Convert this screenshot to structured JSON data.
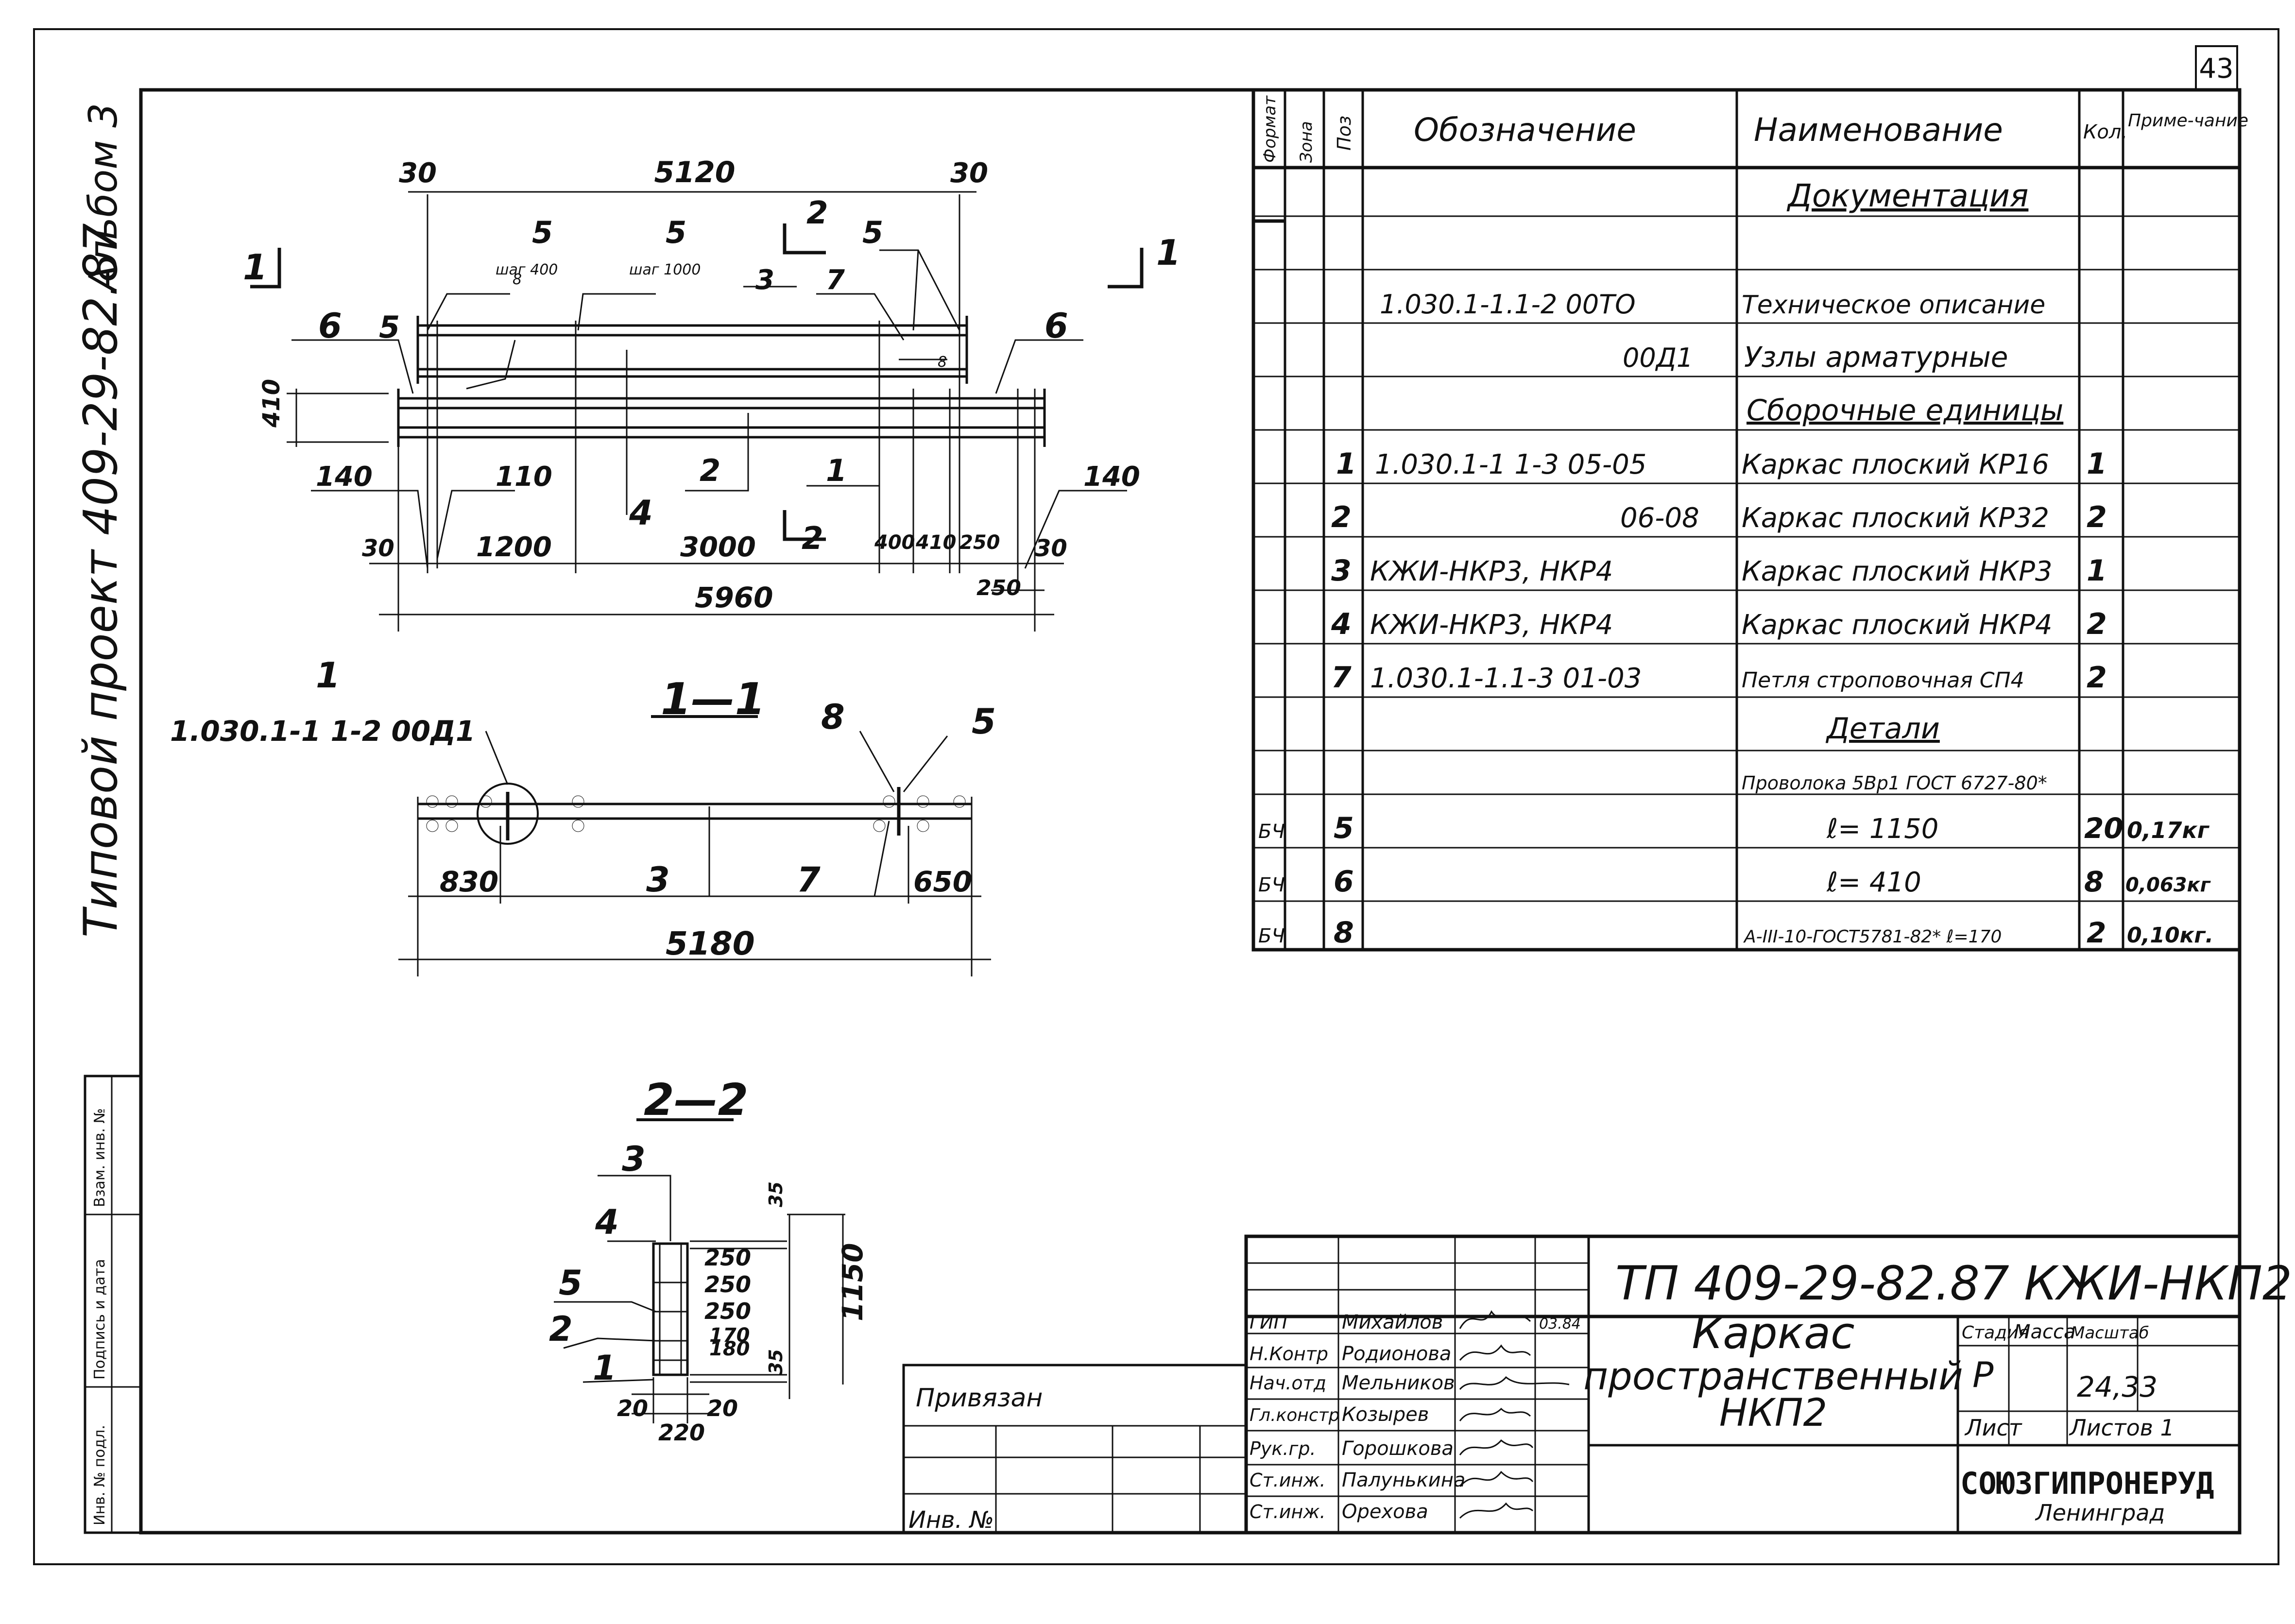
{
  "page_number": "43",
  "side": {
    "album": "Альбом 3",
    "project": "Типовой проект 409-29-82.87",
    "stamp_cells": [
      "Инв. № подл.",
      "Подпись и дата",
      "Взам. инв. №"
    ]
  },
  "plan": {
    "dims_top": [
      "30",
      "5120",
      "30"
    ],
    "dims_bottom_row": [
      "30",
      "1200",
      "3000",
      "400",
      "410",
      "250",
      "30"
    ],
    "dim_250b": "250",
    "dim_total": "5960",
    "dim_410": "410",
    "dim_140_l": "140",
    "dim_140_r": "140",
    "dim_110": "110",
    "pos_5a": "5",
    "pos_5b": "5",
    "pos_5c": "5",
    "pos_5d": "5",
    "step_400": "шаг 400",
    "step_1000": "шаг 1000",
    "pos_3": "3",
    "pos_7": "7",
    "pos_8a": "8",
    "pos_8b": "8",
    "pos_6_l": "6",
    "pos_6_r": "6",
    "pos_2": "2",
    "pos_1": "1",
    "pos_4": "4",
    "cut_1_l": "1",
    "cut_1_r": "1",
    "cut_2_top": "2",
    "cut_2_bot": "2"
  },
  "section11": {
    "title": "1—1",
    "node_pos": "1",
    "node_ref": "1.030.1-1 1-2 00Д1",
    "pos_8": "8",
    "pos_5": "5",
    "pos_3": "3",
    "pos_7": "7",
    "dim_830": "830",
    "dim_650": "650",
    "dim_5180": "5180"
  },
  "section22": {
    "title": "2—2",
    "pos": [
      "3",
      "4",
      "5",
      "2",
      "1"
    ],
    "dims_v": [
      "35",
      "250",
      "250",
      "250",
      "170",
      "180",
      "35"
    ],
    "dim_1150": "1150",
    "dims_b": [
      "20",
      "20"
    ],
    "dim_220": "220"
  },
  "spec": {
    "headers": [
      "Формат",
      "Зона",
      "Поз",
      "Обозначение",
      "Наименование",
      "Кол.",
      "Приме-чание"
    ],
    "rows": [
      {
        "fmt": "",
        "pos": "",
        "code": "",
        "name": "Документация",
        "qty": "",
        "note": ""
      },
      {
        "fmt": "",
        "pos": "",
        "code": "",
        "name": "",
        "qty": "",
        "note": ""
      },
      {
        "fmt": "",
        "pos": "",
        "code": "1.030.1-1.1-2 00ТО",
        "name": "Техническое описание",
        "qty": "",
        "note": ""
      },
      {
        "fmt": "",
        "pos": "",
        "code": "00Д1",
        "name": "Узлы арматурные",
        "qty": "",
        "note": ""
      },
      {
        "fmt": "",
        "pos": "",
        "code": "",
        "name": "",
        "qty": "",
        "note": ""
      },
      {
        "fmt": "",
        "pos": "",
        "code": "",
        "name": "Сборочные единицы",
        "qty": "",
        "note": ""
      },
      {
        "fmt": "",
        "pos": "1",
        "code": "1.030.1-1 1-3 05-05",
        "name": "Каркас плоский КР16",
        "qty": "1",
        "note": ""
      },
      {
        "fmt": "",
        "pos": "2",
        "code": "06-08",
        "name": "Каркас плоский КР32",
        "qty": "2",
        "note": ""
      },
      {
        "fmt": "",
        "pos": "3",
        "code": "КЖИ-НКР3, НКР4",
        "name": "Каркас плоский НКР3",
        "qty": "1",
        "note": ""
      },
      {
        "fmt": "",
        "pos": "4",
        "code": "КЖИ-НКР3, НКР4",
        "name": "Каркас плоский НКР4",
        "qty": "2",
        "note": ""
      },
      {
        "fmt": "",
        "pos": "7",
        "code": "1.030.1-1.1-3 01-03",
        "name": "Петля строповочная СП4",
        "qty": "2",
        "note": ""
      },
      {
        "fmt": "",
        "pos": "",
        "code": "",
        "name": "Детали",
        "qty": "",
        "note": ""
      },
      {
        "fmt": "",
        "pos": "",
        "code": "",
        "name": "Проволока 5Вр1 ГОСТ 6727-80*",
        "qty": "",
        "note": ""
      },
      {
        "fmt": "БЧ",
        "pos": "5",
        "code": "",
        "name": "ℓ= 1150",
        "qty": "20",
        "note": "0,17кг"
      },
      {
        "fmt": "БЧ",
        "pos": "6",
        "code": "",
        "name": "ℓ= 410",
        "qty": "8",
        "note": "0,063кг"
      },
      {
        "fmt": "БЧ",
        "pos": "8",
        "code": "",
        "name": "А-III-10-ГОСТ5781-82* ℓ=170",
        "qty": "2",
        "note": "0,10кг."
      }
    ]
  },
  "titleblock": {
    "code": "ТП 409-29-82.87 КЖИ-НКП2",
    "name": "Каркас пространственный НКП2",
    "stage_label": "Стадия",
    "mass_label": "Масса",
    "scale_label": "Масштаб",
    "stage": "Р",
    "mass": "24,33",
    "sheet_label": "Лист",
    "sheets_label": "Листов 1",
    "org": "СОЮЗГИПРОНЕРУД",
    "city": "Ленинград",
    "date": "03.84",
    "roles": [
      "ГИП",
      "Н.Контр",
      "Нач.отд",
      "Гл.констр",
      "Рук.гр.",
      "Ст.инж.",
      "Ст.инж."
    ],
    "names": [
      "Михайлов",
      "Родионова",
      "Мельников",
      "Козырев",
      "Горошкова",
      "Палунькина",
      "Орехова"
    ],
    "privyazan": "Привязан",
    "inv": "Инв. №"
  }
}
